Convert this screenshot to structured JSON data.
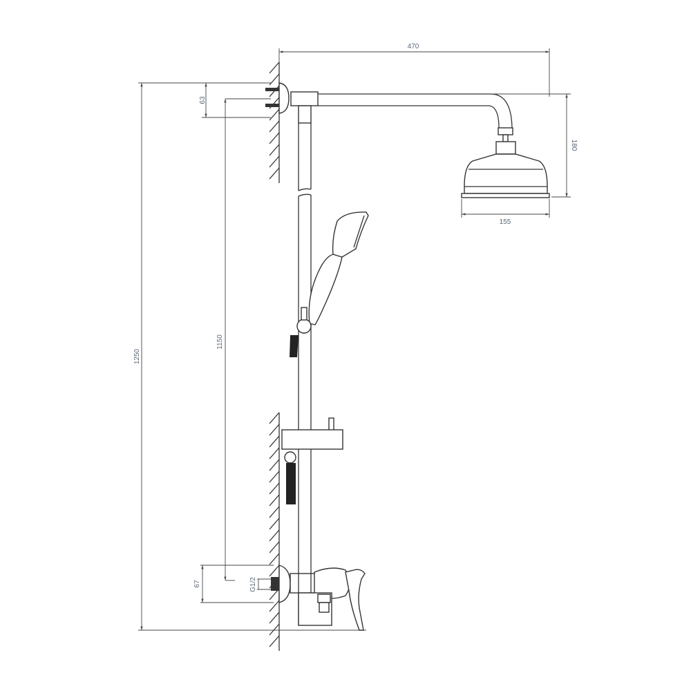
{
  "drawing": {
    "dimensions": {
      "total_width": "470",
      "wall_outlet_height": "63",
      "head_height": "180",
      "head_diameter": "155",
      "total_height": "1250",
      "center_distance": "1150",
      "mixer_height": "67",
      "thread": "G1/2"
    },
    "colors": {
      "line": "#333333",
      "text": "#5b6878"
    }
  }
}
